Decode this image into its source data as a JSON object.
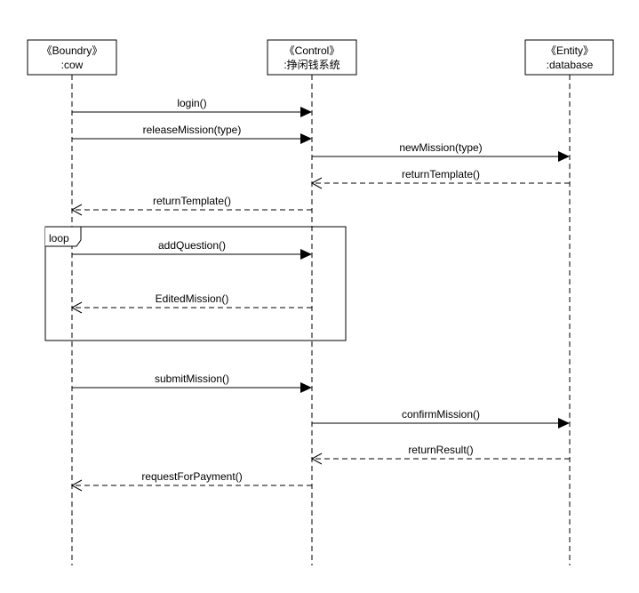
{
  "participants": [
    {
      "stereotype": "《Boundry》",
      "name": ":cow"
    },
    {
      "stereotype": "《Control》",
      "name": ":挣闲钱系统"
    },
    {
      "stereotype": "《Entity》",
      "name": ":database"
    }
  ],
  "fragment": {
    "label": "loop"
  },
  "messages": [
    {
      "from": 0,
      "to": 1,
      "label": "login()",
      "kind": "sync"
    },
    {
      "from": 0,
      "to": 1,
      "label": "releaseMission(type)",
      "kind": "sync"
    },
    {
      "from": 1,
      "to": 2,
      "label": "newMission(type)",
      "kind": "sync"
    },
    {
      "from": 2,
      "to": 1,
      "label": "returnTemplate()",
      "kind": "return"
    },
    {
      "from": 1,
      "to": 0,
      "label": "returnTemplate()",
      "kind": "return"
    },
    {
      "from": 0,
      "to": 1,
      "label": "addQuestion()",
      "kind": "sync"
    },
    {
      "from": 1,
      "to": 0,
      "label": "EditedMission()",
      "kind": "return"
    },
    {
      "from": 0,
      "to": 1,
      "label": "submitMission()",
      "kind": "sync"
    },
    {
      "from": 1,
      "to": 2,
      "label": "confirmMission()",
      "kind": "sync"
    },
    {
      "from": 2,
      "to": 1,
      "label": "returnResult()",
      "kind": "return"
    },
    {
      "from": 1,
      "to": 0,
      "label": "requestForPayment()",
      "kind": "return"
    }
  ]
}
